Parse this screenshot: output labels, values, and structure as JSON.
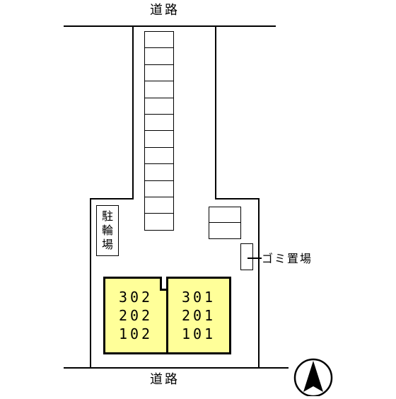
{
  "map": {
    "road_top_label": "道路",
    "road_bottom_label": "道路",
    "bicycle_parking_label": [
      "駐",
      "輪",
      "場"
    ],
    "garbage_label": "ゴミ置場",
    "parking_slot_count": 12,
    "colors": {
      "building_fill": "#ffff99",
      "line": "#000000",
      "background": "#ffffff"
    }
  },
  "buildings": [
    {
      "units": [
        "302",
        "202",
        "102"
      ]
    },
    {
      "units": [
        "301",
        "201",
        "101"
      ]
    }
  ],
  "compass": {
    "icon": "north-arrow-icon"
  }
}
